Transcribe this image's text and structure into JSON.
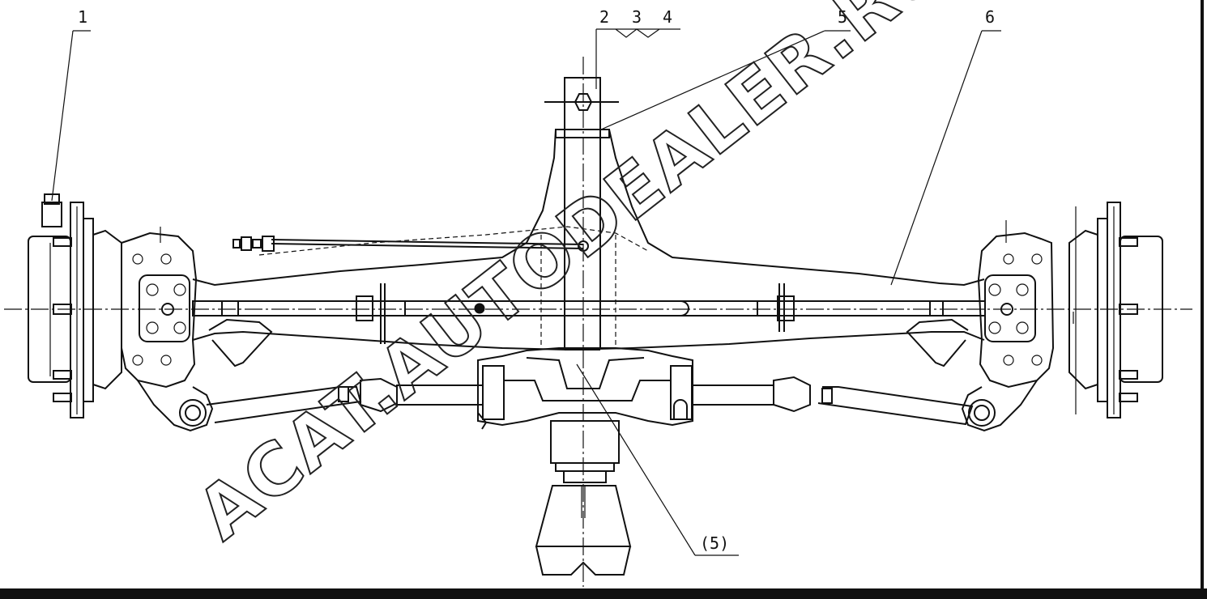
{
  "callouts": {
    "c1": "1",
    "c2": "2",
    "c3": "3",
    "c4": "4",
    "c5": "5",
    "c6": "6",
    "c5_paren": "(5)"
  },
  "watermark": "ACAT.AUTODEALER.RU"
}
